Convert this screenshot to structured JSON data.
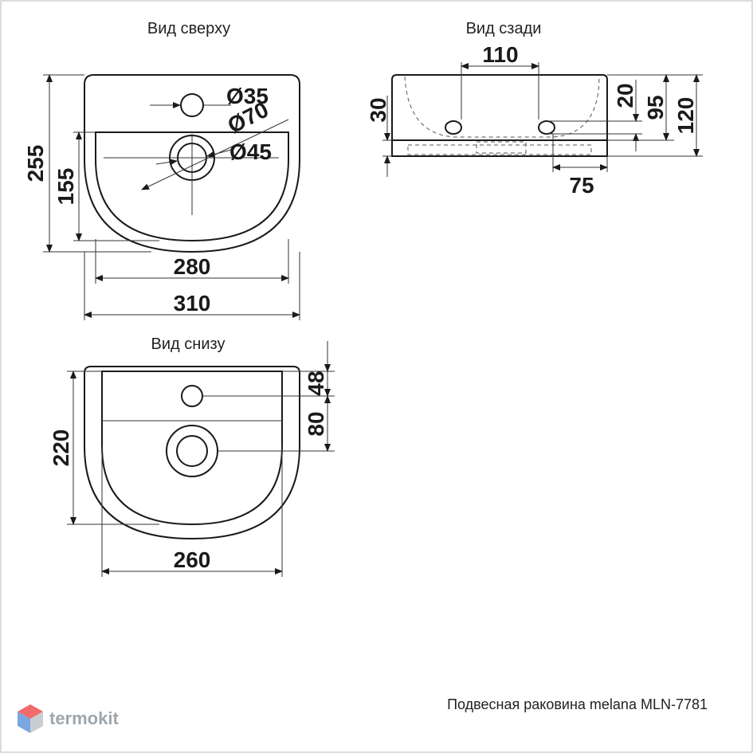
{
  "views": {
    "top": "Вид сверху",
    "back": "Вид сзади",
    "bottom": "Вид снизу"
  },
  "dimensions": {
    "top": {
      "d35": "Ø35",
      "d70": "Ø70",
      "d45": "Ø45",
      "h255": "255",
      "h155": "155",
      "w280": "280",
      "w310": "310"
    },
    "back": {
      "w110": "110",
      "h30": "30",
      "h20": "20",
      "h95": "95",
      "h120": "120",
      "w75": "75"
    },
    "bottom": {
      "h220": "220",
      "h48": "48",
      "h80": "80",
      "w260": "260"
    }
  },
  "caption": "Подвесная раковина melana MLN-7781",
  "brand": "termokit",
  "colors": {
    "line": "#1a1a1a",
    "logo_top": "#f26a6a",
    "logo_left": "#7aa7e0",
    "logo_right": "#c8cdd2"
  }
}
